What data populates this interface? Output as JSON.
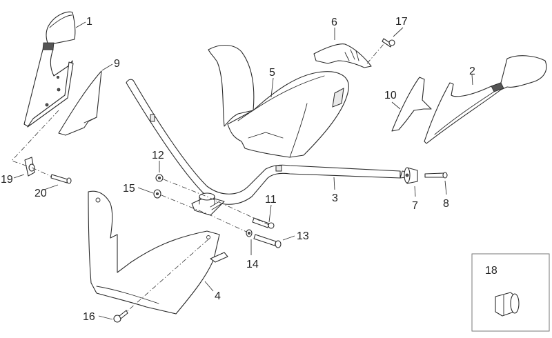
{
  "diagram": {
    "type": "exploded-parts-diagram",
    "callouts": [
      {
        "id": "1",
        "label": "1"
      },
      {
        "id": "2",
        "label": "2"
      },
      {
        "id": "3",
        "label": "3"
      },
      {
        "id": "4",
        "label": "4"
      },
      {
        "id": "5",
        "label": "5"
      },
      {
        "id": "6",
        "label": "6"
      },
      {
        "id": "7",
        "label": "7"
      },
      {
        "id": "8",
        "label": "8"
      },
      {
        "id": "9",
        "label": "9"
      },
      {
        "id": "10",
        "label": "10"
      },
      {
        "id": "11",
        "label": "11"
      },
      {
        "id": "12",
        "label": "12"
      },
      {
        "id": "13",
        "label": "13"
      },
      {
        "id": "14",
        "label": "14"
      },
      {
        "id": "15",
        "label": "15"
      },
      {
        "id": "16",
        "label": "16"
      },
      {
        "id": "17",
        "label": "17"
      },
      {
        "id": "18",
        "label": "18"
      },
      {
        "id": "19",
        "label": "19"
      },
      {
        "id": "20",
        "label": "20"
      }
    ],
    "inset": {
      "label": "18"
    },
    "colors": {
      "line": "#2a2a2a",
      "background": "#ffffff",
      "inset_border": "#777777"
    }
  }
}
